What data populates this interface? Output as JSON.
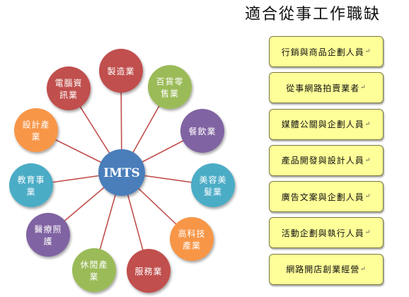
{
  "title": "適合從事工作職缺",
  "hub": {
    "label": "IMTS",
    "color": "#4a7ebb"
  },
  "colors": {
    "spoke": "#c0504d",
    "job_fill": "#ffff99",
    "job_border": "#7a7a40"
  },
  "industries": [
    {
      "lines": [
        "製造業"
      ],
      "color": "#c0504d"
    },
    {
      "lines": [
        "百貨零",
        "售業"
      ],
      "color": "#9bbb59"
    },
    {
      "lines": [
        "餐飲業"
      ],
      "color": "#8064a2"
    },
    {
      "lines": [
        "美容美",
        "髮業"
      ],
      "color": "#4bacc6"
    },
    {
      "lines": [
        "高科技",
        "產業"
      ],
      "color": "#f79646"
    },
    {
      "lines": [
        "服務業"
      ],
      "color": "#c0504d"
    },
    {
      "lines": [
        "休閒產",
        "業"
      ],
      "color": "#9bbb59"
    },
    {
      "lines": [
        "醫療照",
        "護"
      ],
      "color": "#8064a2"
    },
    {
      "lines": [
        "教育事",
        "業"
      ],
      "color": "#4bacc6"
    },
    {
      "lines": [
        "設計產",
        "業"
      ],
      "color": "#f79646"
    },
    {
      "lines": [
        "電腦資",
        "訊業"
      ],
      "color": "#c0504d"
    }
  ],
  "jobs": [
    "行銷與商品企劃人員",
    "從事網路拍賣業者",
    "媒體公關與企劃人員",
    "產品開發與設計人員",
    "廣告文案與企劃人員",
    "活動企劃與執行人員",
    "網路開店創業經營"
  ]
}
